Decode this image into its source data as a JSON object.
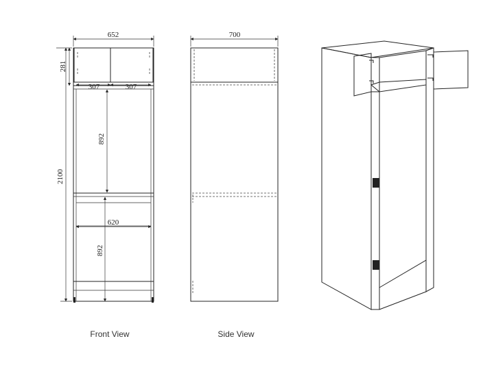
{
  "front_view": {
    "label": "Front View",
    "dim_width": "652",
    "dim_height_total": "2100",
    "dim_top_height": "281",
    "dim_left_door": "307",
    "dim_right_door": "307",
    "dim_upper_opening": "892",
    "dim_inner_width": "620",
    "dim_lower_opening": "892"
  },
  "side_view": {
    "label": "Side View",
    "dim_depth": "700"
  },
  "colors": {
    "line": "#222222",
    "background": "#ffffff"
  }
}
